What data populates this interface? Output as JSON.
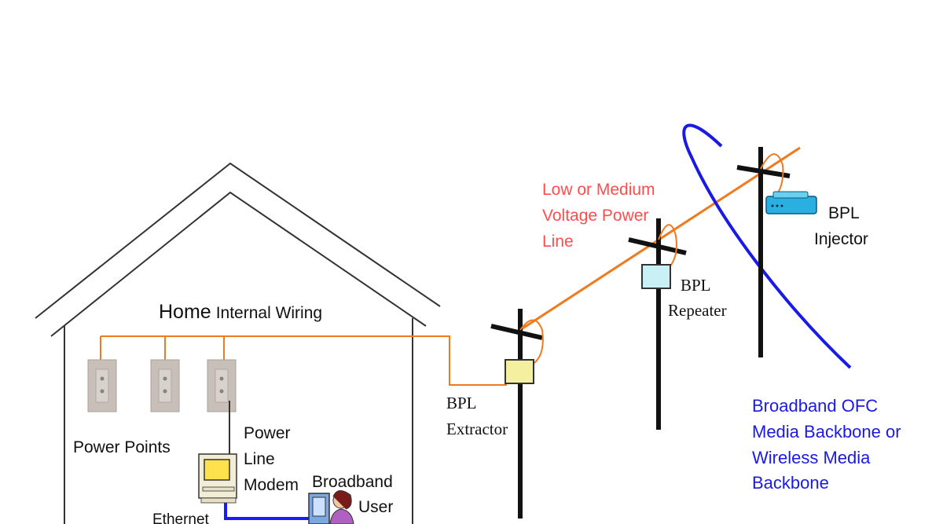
{
  "labels": {
    "home_word": "Home",
    "internal_wiring": "Internal Wiring",
    "power_points": "Power Points",
    "modem_line1": "Power",
    "modem_line2": "Line",
    "modem_line3": "Modem",
    "user_line1": "Broadband",
    "user_line2": "User",
    "ethernet": "Ethernet",
    "extractor_line1": "BPL",
    "extractor_line2": "Extractor",
    "repeater_line1": "BPL",
    "repeater_line2": "Repeater",
    "injector_line1": "BPL",
    "injector_line2": "Injector",
    "power_line_1": "Low or Medium",
    "power_line_2": "Voltage Power",
    "power_line_3": "Line",
    "backbone_1": "Broadband OFC",
    "backbone_2": "Media Backbone or",
    "backbone_3": "Wireless Media",
    "backbone_4": "Backbone"
  },
  "colors": {
    "power_wire": "#f07a1e",
    "ethernet_cable": "#1a1aff",
    "backbone": "#1a1ae6",
    "power_line_text": "#ff4d4d",
    "backbone_text": "#1a1ae6",
    "extractor_box": "#f5f0a0",
    "repeater_box": "#c8f0f5",
    "injector_box": "#2ab0e0",
    "outlet": "#c8c0b8"
  },
  "icons": {
    "outlet": "power-outlet-icon",
    "modem": "modem-computer-icon",
    "user": "user-at-computer-icon",
    "injector": "router-device-icon"
  }
}
